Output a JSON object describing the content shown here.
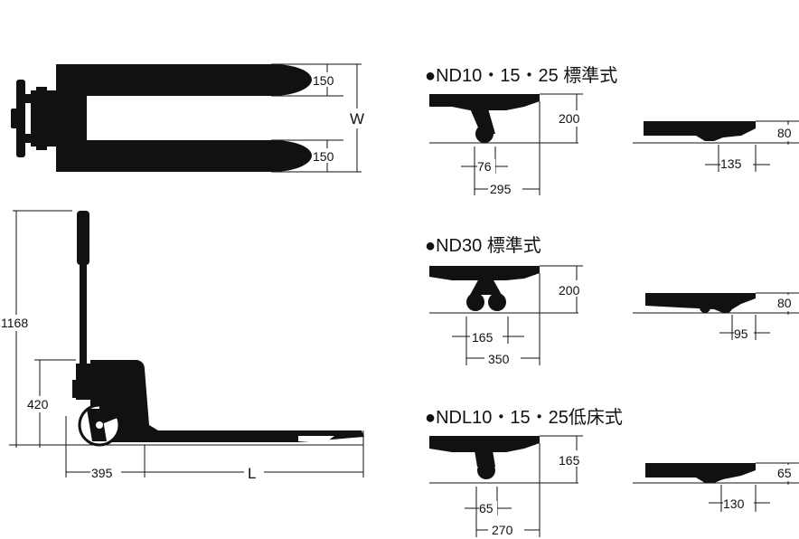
{
  "top_view": {
    "fork_width_top": "150",
    "fork_width_bottom": "150",
    "overall_width": "W"
  },
  "side_view": {
    "total_height": "1168",
    "handle_height": "420",
    "wheel_offset": "395",
    "fork_length": "L"
  },
  "details": [
    {
      "title": "●ND10・15・25 標準式",
      "height": "200",
      "wheel_a": "76",
      "wheel_b": "295",
      "fork_height": "80",
      "roller": "135"
    },
    {
      "title": "●ND30 標準式",
      "height": "200",
      "wheel_a": "165",
      "wheel_b": "350",
      "fork_height": "80",
      "roller": "95"
    },
    {
      "title": "●NDL10・15・25低床式",
      "height": "165",
      "wheel_a": "65",
      "wheel_b": "270",
      "fork_height": "65",
      "roller": "130"
    }
  ]
}
